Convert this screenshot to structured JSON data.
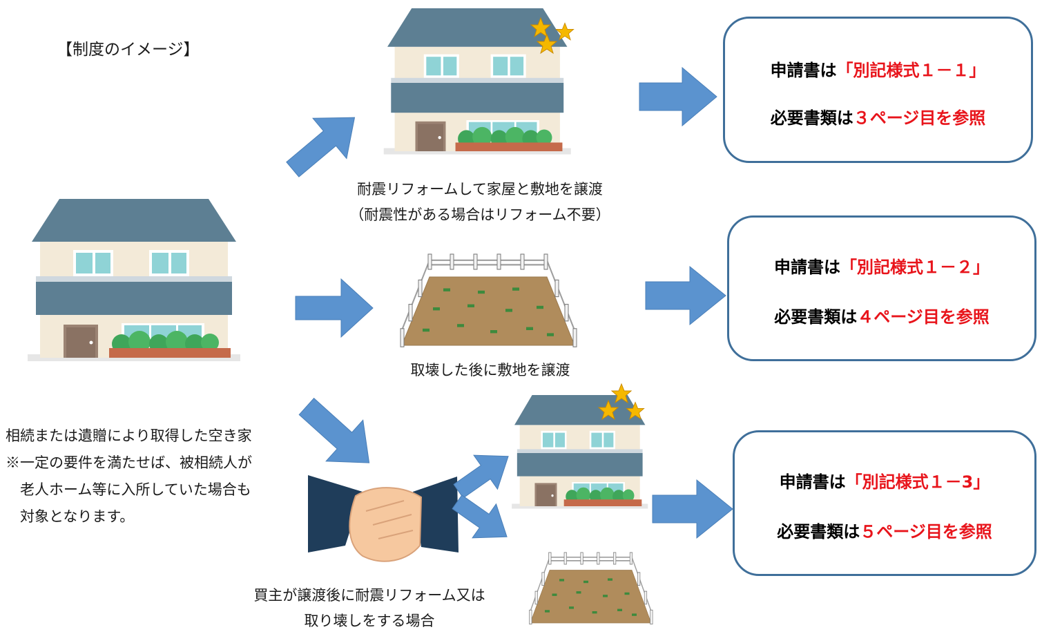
{
  "title": "【制度のイメージ】",
  "left": {
    "lines": [
      "相続または遺贈により取得した空き家",
      "※一定の要件を満たせば、被相続人が",
      "　老人ホーム等に入所していた場合も",
      "　対象となります。"
    ]
  },
  "captions": {
    "top_1": "耐震リフォームして家屋と敷地を譲渡",
    "top_2": "（耐震性がある場合はリフォーム不要）",
    "middle": "取壊した後に敷地を譲渡",
    "bottom_1": "買主が譲渡後に耐震リフォーム又は",
    "bottom_2": "取り壊しをする場合"
  },
  "boxes": [
    {
      "prefix": "申請書は",
      "form": "「別記様式１－１」",
      "docs_prefix": "必要書類は",
      "docs_ref": "３ページ目を参照"
    },
    {
      "prefix": "申請書は",
      "form": "「別記様式１－２」",
      "docs_prefix": "必要書類は",
      "docs_ref": "４ページ目を参照"
    },
    {
      "prefix": "申請書は",
      "form": "「別記様式１－3」",
      "docs_prefix": "必要書類は",
      "docs_ref": "５ページ目を参照"
    }
  ],
  "colors": {
    "arrow": "#5b93cf",
    "box_border": "#3f6f9a",
    "highlight_red": "#e8141b",
    "roof": "#5d7f93",
    "wall": "#f3ead8",
    "window": "#8fd3d6",
    "bush": "#3fa65a",
    "soil": "#b08c5c"
  }
}
